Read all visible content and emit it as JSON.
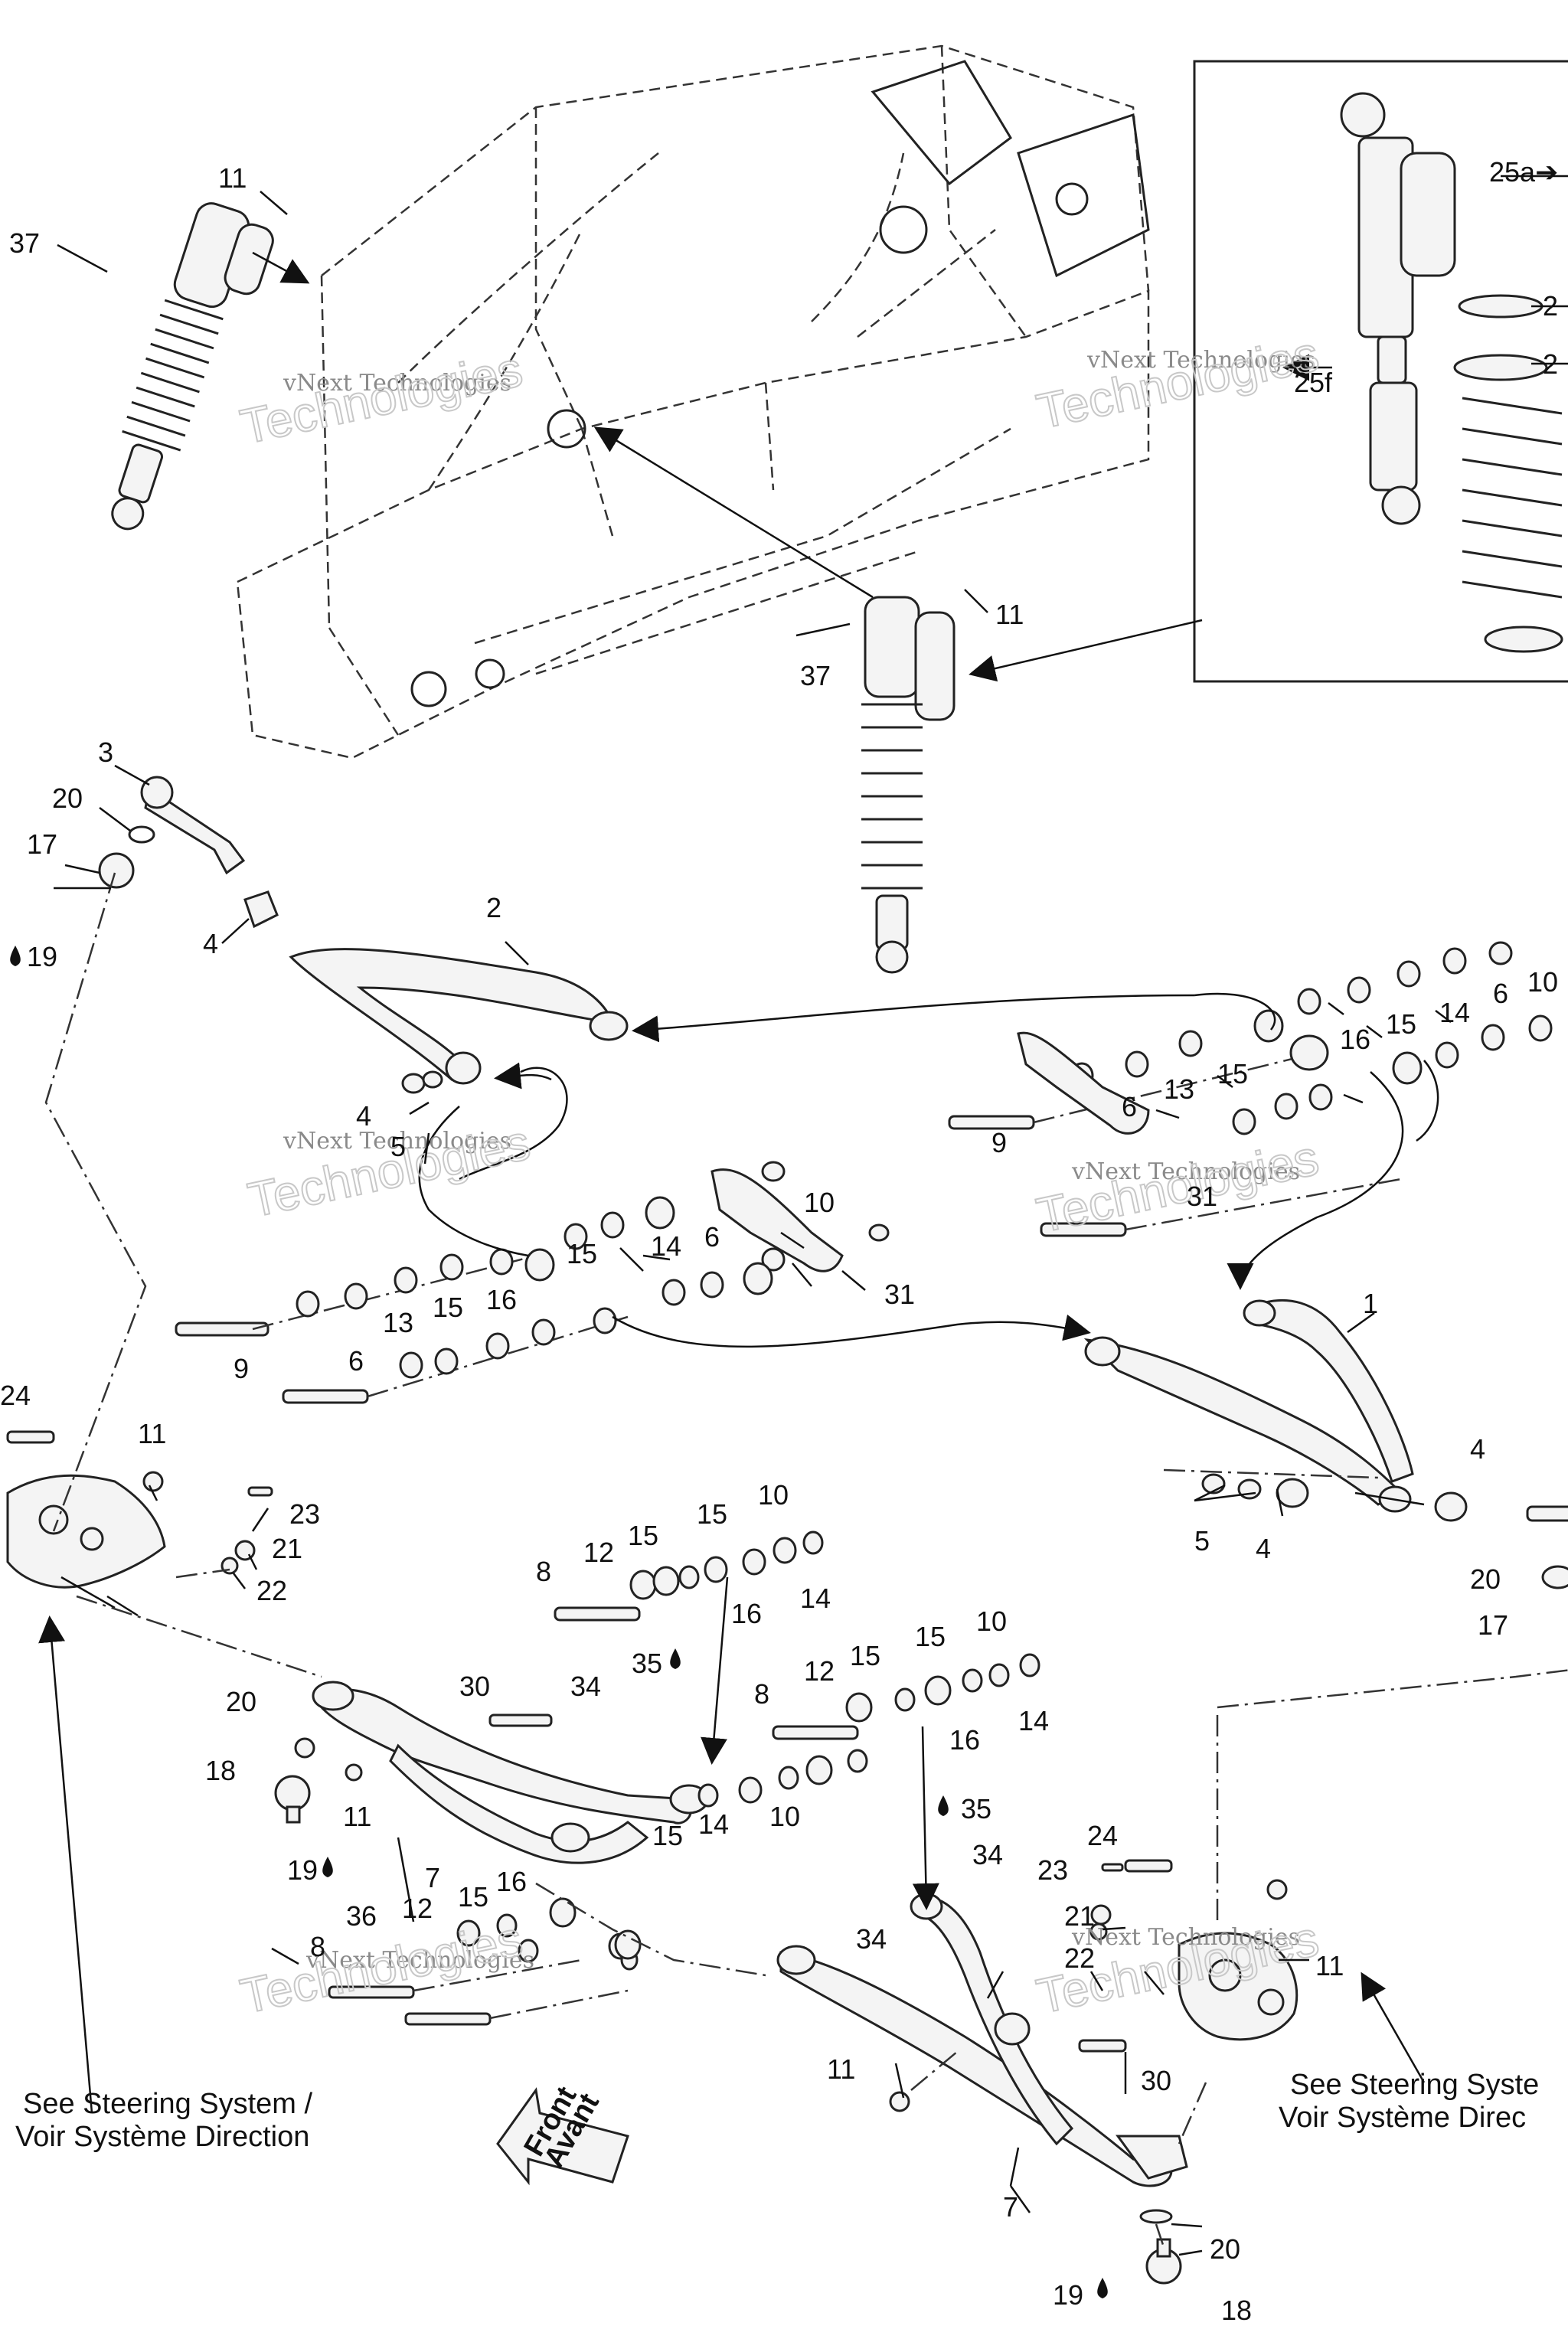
{
  "labels": {
    "l11a": "11",
    "l37a": "37",
    "l11b": "11",
    "l37b": "37",
    "l25a": "25a➔",
    "l25f": "25f",
    "l2r1": "2",
    "l2r2": "2",
    "l3": "3",
    "l20a": "20",
    "l17a": "17",
    "l19a": "19",
    "l4a": "4",
    "l2": "2",
    "l4b": "4",
    "l5a": "5",
    "l10a": "10",
    "l14a": "14",
    "l15a": "15",
    "l6a": "6",
    "l16a": "16",
    "l13a": "13",
    "l15b": "15",
    "l6b": "6",
    "l9a": "9",
    "l31a": "31",
    "l10b": "10",
    "l6c": "6",
    "l14b": "14",
    "l15c": "15",
    "l16b": "16",
    "l13b": "13",
    "l15d": "15",
    "l6d": "6",
    "l9b": "9",
    "l31b": "31",
    "l1": "1",
    "l4c": "4",
    "l5b": "5",
    "l4d": "4",
    "l20b": "20",
    "l17b": "17",
    "l24a": "24",
    "l11c": "11",
    "l23a": "23",
    "l21a": "21",
    "l22a": "22",
    "l15e": "15",
    "l10c": "10",
    "l12a": "12",
    "l15f": "15",
    "l8a": "8",
    "l16c": "16",
    "l14c": "14",
    "l15g": "15",
    "l10d": "10",
    "l12b": "12",
    "l15h": "15",
    "l8b": "8",
    "l16d": "16",
    "l14d": "14",
    "l30a": "30",
    "l34a": "34",
    "l35a": "35",
    "l20c": "20",
    "l18a": "18",
    "l11d": "11",
    "l7a": "7",
    "l19b": "19",
    "l35b": "35",
    "l34b": "34",
    "l10e": "10",
    "l14e": "14",
    "l15i": "15",
    "l16e": "16",
    "l36": "36",
    "l12c": "12",
    "l15j": "15",
    "l8c": "8",
    "l34c": "34",
    "l24b": "24",
    "l23b": "23",
    "l21b": "21",
    "l22b": "22",
    "l11e": "11",
    "l11f": "11",
    "l30b": "30",
    "l7b": "7",
    "l20d": "20",
    "l19c": "19",
    "l18b": "18"
  },
  "notes": {
    "steering_left_1": "See Steering System /",
    "steering_left_2": "Voir Système Direction",
    "steering_right_1": "See Steering Syste",
    "steering_right_2": "Voir Système Direc",
    "front_1": "Front",
    "front_2": "Avant"
  },
  "watermark": {
    "company_line": "vNext Technologies",
    "large_line": "Technologies"
  },
  "symbols": {
    "grease": "grease-drop-icon",
    "arrow": "arrow-icon"
  },
  "colors": {
    "line": "#222222",
    "watermark": "#c8c8c8",
    "background": "#ffffff"
  }
}
